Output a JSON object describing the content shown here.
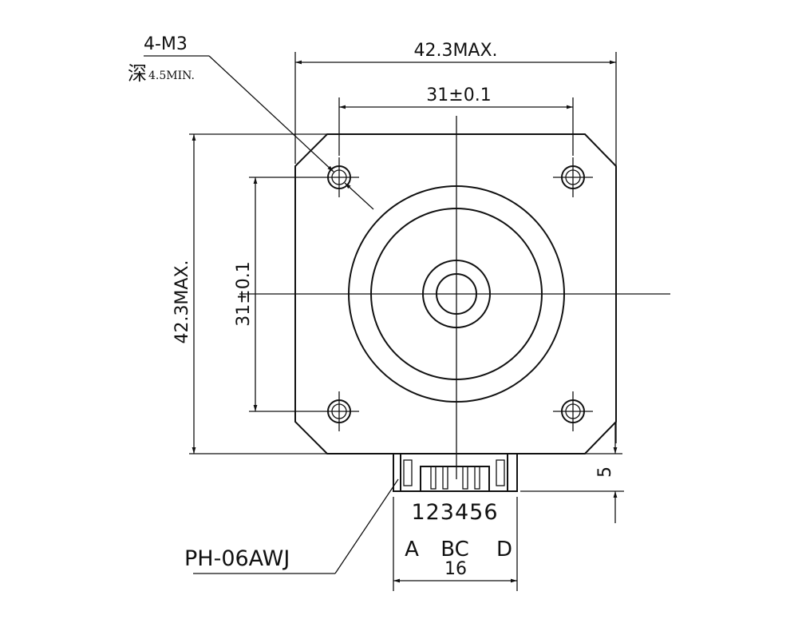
{
  "drawing": {
    "hole_note": {
      "thread": "4-M3",
      "depth_char": "深",
      "depth": "4.5MIN."
    },
    "top_width": "42.3MAX.",
    "top_hole_spacing": "31±0.1",
    "left_height": "42.3MAX.",
    "left_hole_spacing": "31±0.1",
    "connector_offset": "5",
    "connector_pins": "123456",
    "connector_phases": [
      "A",
      "BC",
      "D"
    ],
    "connector_width": "16",
    "connector_model": "PH-06AWJ"
  }
}
